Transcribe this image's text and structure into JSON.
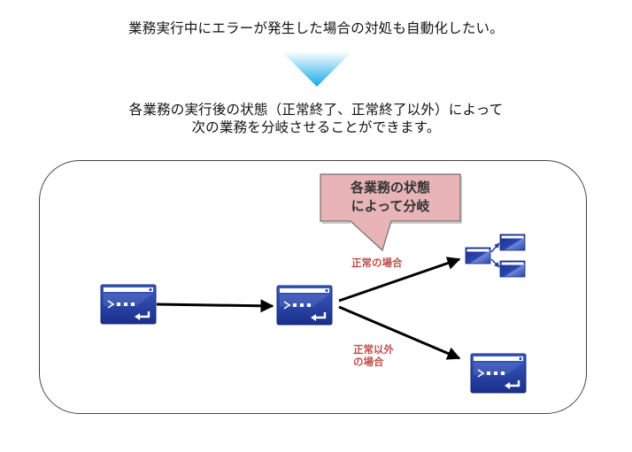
{
  "header": {
    "title": "業務実行中にエラーが発生した場合の対処も自動化したい。",
    "description_line1": "各業務の実行後の状態（正常終了、正常終了以外）によって",
    "description_line2": "次の業務を分岐させることができます。"
  },
  "diagram": {
    "callout": {
      "line1": "各業務の状態",
      "line2": "によって分岐"
    },
    "branch_labels": {
      "normal": "正常の場合",
      "other_line1": "正常以外",
      "other_line2": "の場合"
    },
    "nodes": [
      {
        "id": "job-1",
        "icon": "terminal-window-icon"
      },
      {
        "id": "job-2",
        "icon": "terminal-window-icon"
      },
      {
        "id": "job-normal",
        "icon": "job-flow-icon"
      },
      {
        "id": "job-other",
        "icon": "terminal-window-icon"
      }
    ],
    "colors": {
      "icon_blue": "#1f3a9a",
      "label_red": "#c0504d",
      "callout_fill": "#e8b4b8",
      "callout_border": "#7a7a7a",
      "arrow_gradient_top": "#ffffff",
      "arrow_gradient_bottom": "#14a9e8"
    }
  }
}
